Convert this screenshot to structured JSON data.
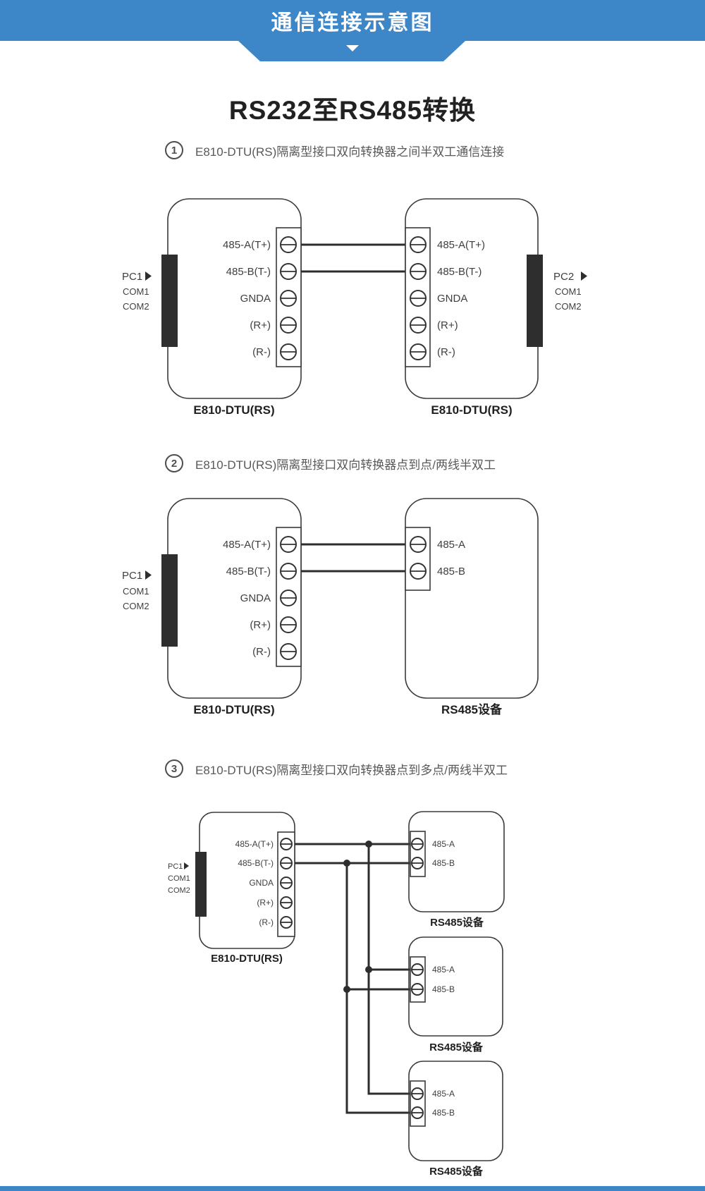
{
  "banner": {
    "title": "通信连接示意图"
  },
  "page_title": "RS232至RS485转换",
  "theme": {
    "accent_blue": "#3d87c9",
    "wire_color": "#2d2d2d"
  },
  "sections": [
    {
      "num": "1",
      "heading": "E810-DTU(RS)隔离型接口双向转换器之间半双工通信连接"
    },
    {
      "num": "2",
      "heading": "E810-DTU(RS)隔离型接口双向转换器点到点/两线半双工"
    },
    {
      "num": "3",
      "heading": "E810-DTU(RS)隔离型接口双向转换器点到多点/两线半双工"
    }
  ],
  "labels": {
    "converter_model": "E810-DTU(RS)",
    "rs485_device": "RS485设备",
    "pc1": "PC1",
    "pc2": "PC2",
    "com1": "COM1",
    "com2": "COM2"
  },
  "terminals": {
    "converter": [
      "485-A(T+)",
      "485-B(T-)",
      "GNDA",
      "(R+)",
      "(R-)"
    ],
    "rs485": [
      "485-A",
      "485-B"
    ]
  }
}
